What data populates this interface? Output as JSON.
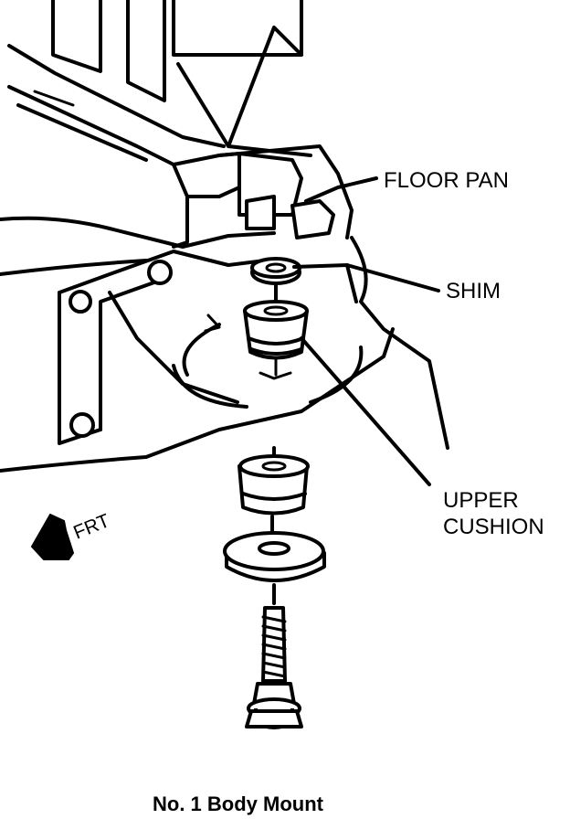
{
  "diagram": {
    "title": "No. 1 Body Mount",
    "labels": {
      "floor_pan": "FLOOR PAN",
      "shim": "SHIM",
      "upper_cushion_line1": "UPPER",
      "upper_cushion_line2": "CUSHION",
      "front_indicator": "FRT"
    },
    "components": [
      "floor-pan",
      "shim",
      "upper-cushion",
      "lower-cushion",
      "retainer-washer",
      "body-mount-bolt",
      "frame"
    ],
    "icons": {
      "front_arrow": "front-direction-arrow-icon"
    },
    "colors": {
      "line": "#000000",
      "background": "#ffffff"
    }
  }
}
